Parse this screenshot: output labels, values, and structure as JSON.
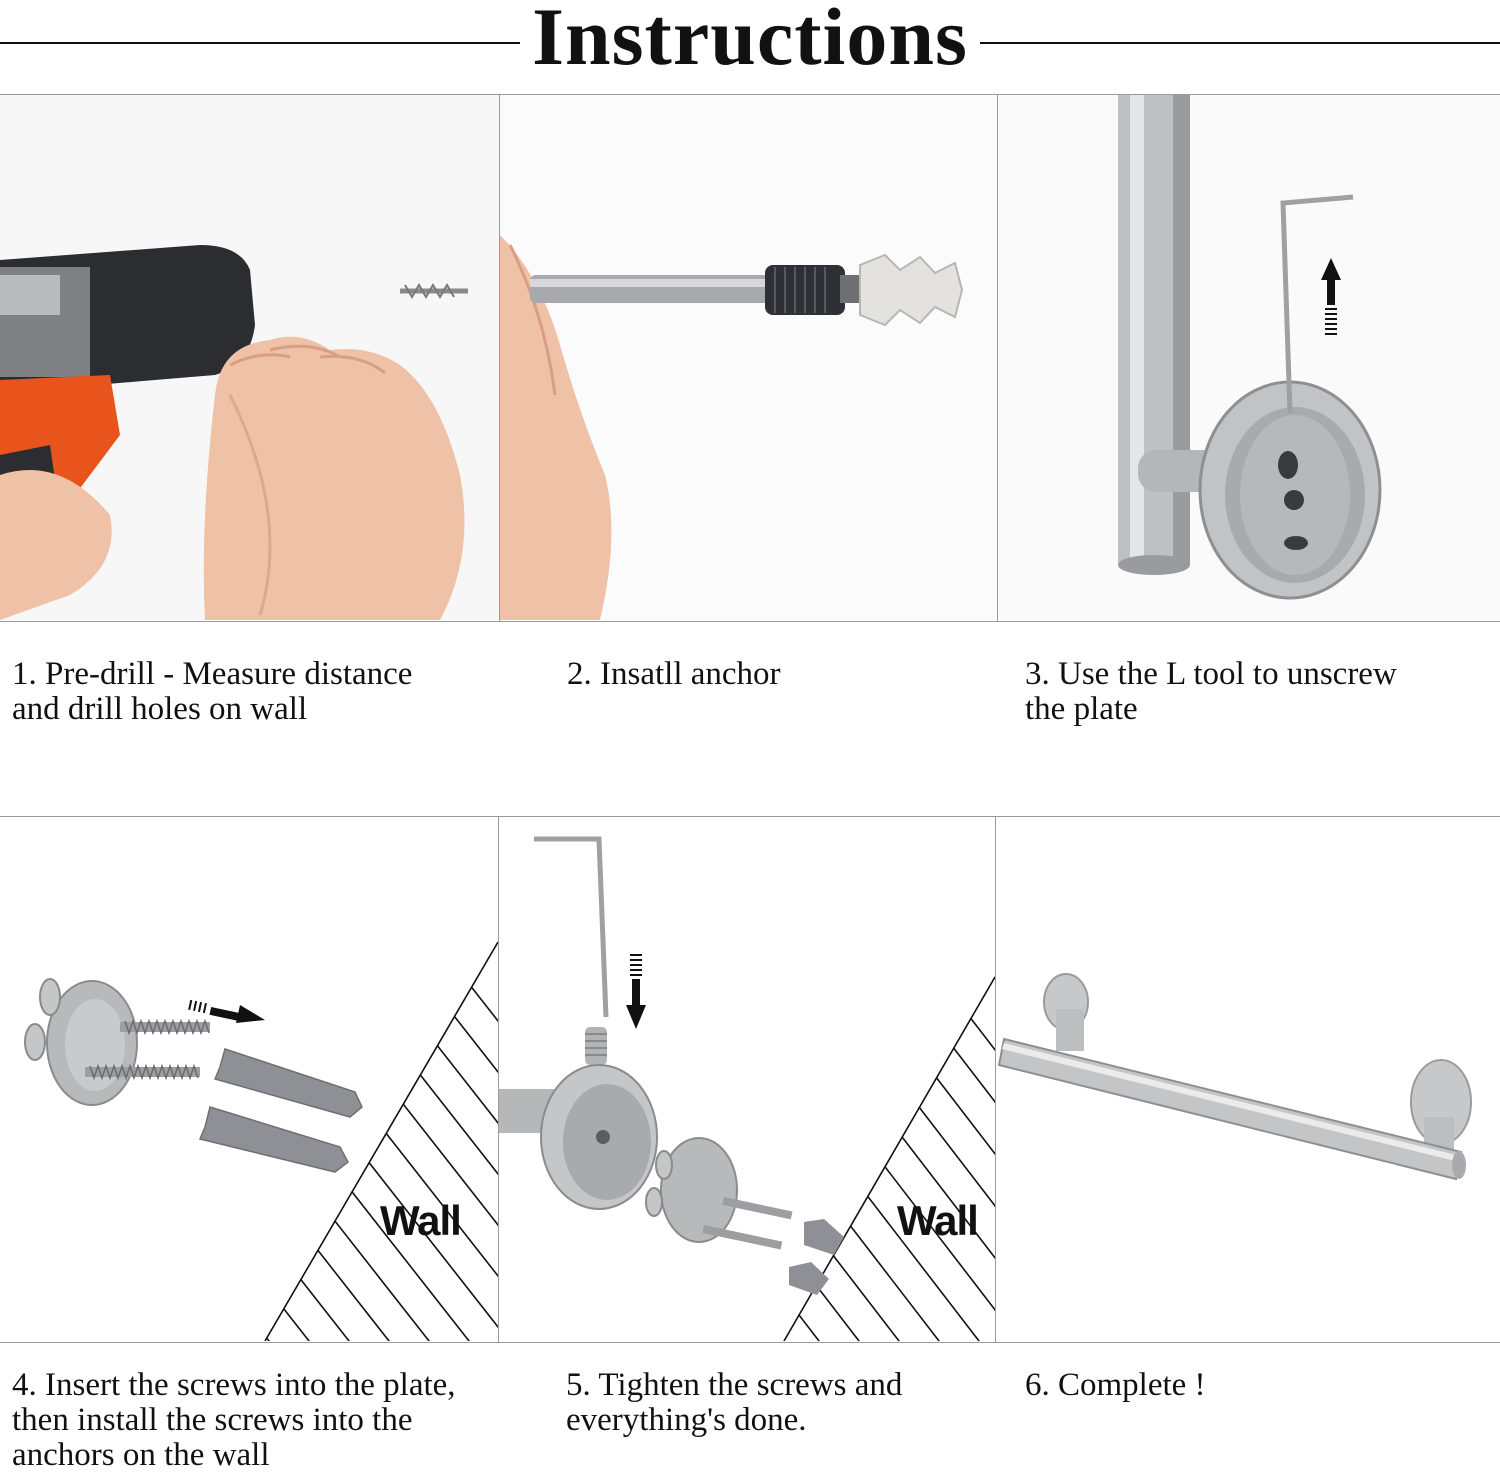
{
  "header": {
    "title": "Instructions"
  },
  "steps": [
    {
      "caption": "1. Pre-drill - Measure distance\nand drill holes on wall",
      "image": "drill-photo"
    },
    {
      "caption": "2. Insatll anchor",
      "image": "anchor-screwdriver-photo"
    },
    {
      "caption": "3. Use the L tool to unscrew\nthe plate",
      "image": "l-tool-unscrew-photo"
    },
    {
      "caption": "4. Insert the screws into the plate,\nthen install the screws into the\nanchors on the wall",
      "image": "screws-anchors-wall-diagram",
      "wall_label": "Wall"
    },
    {
      "caption": "5. Tighten the screws and\neverything's done.",
      "image": "tighten-screws-wall-diagram",
      "wall_label": "Wall"
    },
    {
      "caption": "6. Complete !",
      "image": "towel-bar-photo"
    }
  ],
  "colors": {
    "steel": "#c4c4c6",
    "steel_dark": "#8a8a8c",
    "anchor_gray": "#8f9095",
    "drill_orange": "#e8541c",
    "drill_body": "#2b2d31",
    "skin": "#efc2a8"
  }
}
